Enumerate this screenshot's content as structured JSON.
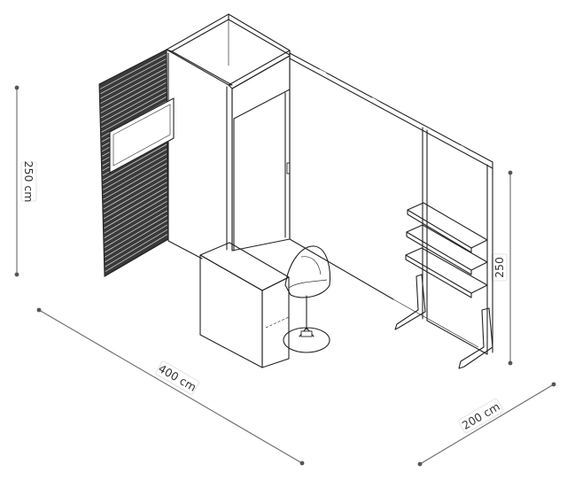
{
  "dimensions": {
    "height_left": "250 cm",
    "height_right": "250",
    "width_front": "400 cm",
    "depth_side": "200 cm"
  },
  "colors": {
    "line": "#222222",
    "dimension_line": "#6a6a6a",
    "slat_dark": "#3a3a3a",
    "background": "#ffffff"
  }
}
